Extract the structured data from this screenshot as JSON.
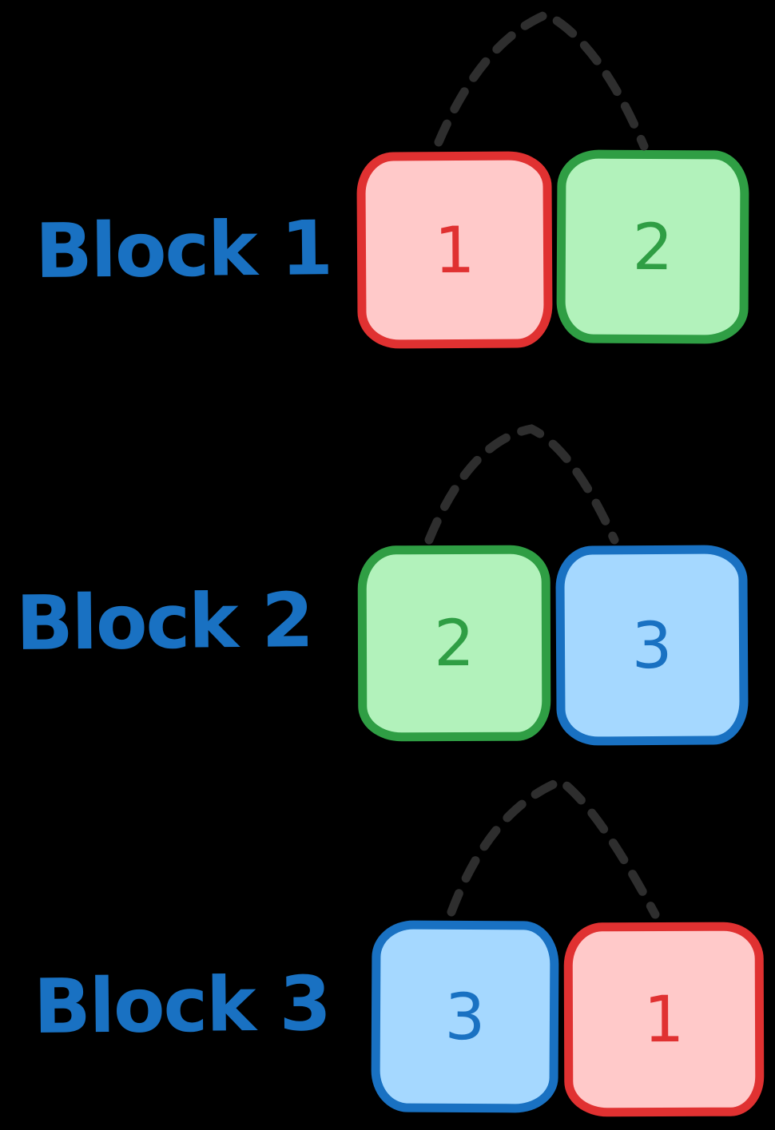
{
  "background": "#000000",
  "labels": {
    "color": "#1971c2"
  },
  "connector": {
    "color": "#2e2e2e",
    "style": "dashed-arc"
  },
  "blocks": [
    {
      "label": "Block 1",
      "tiles": [
        {
          "value": "1",
          "color_name": "red",
          "stroke": "#e03131",
          "fill": "#ffc9c9"
        },
        {
          "value": "2",
          "color_name": "green",
          "stroke": "#2f9e44",
          "fill": "#b2f2bb"
        }
      ]
    },
    {
      "label": "Block 2",
      "tiles": [
        {
          "value": "2",
          "color_name": "green",
          "stroke": "#2f9e44",
          "fill": "#b2f2bb"
        },
        {
          "value": "3",
          "color_name": "blue",
          "stroke": "#1971c2",
          "fill": "#a5d8ff"
        }
      ]
    },
    {
      "label": "Block 3",
      "tiles": [
        {
          "value": "3",
          "color_name": "blue",
          "stroke": "#1971c2",
          "fill": "#a5d8ff"
        },
        {
          "value": "1",
          "color_name": "red",
          "stroke": "#e03131",
          "fill": "#ffc9c9"
        }
      ]
    }
  ]
}
